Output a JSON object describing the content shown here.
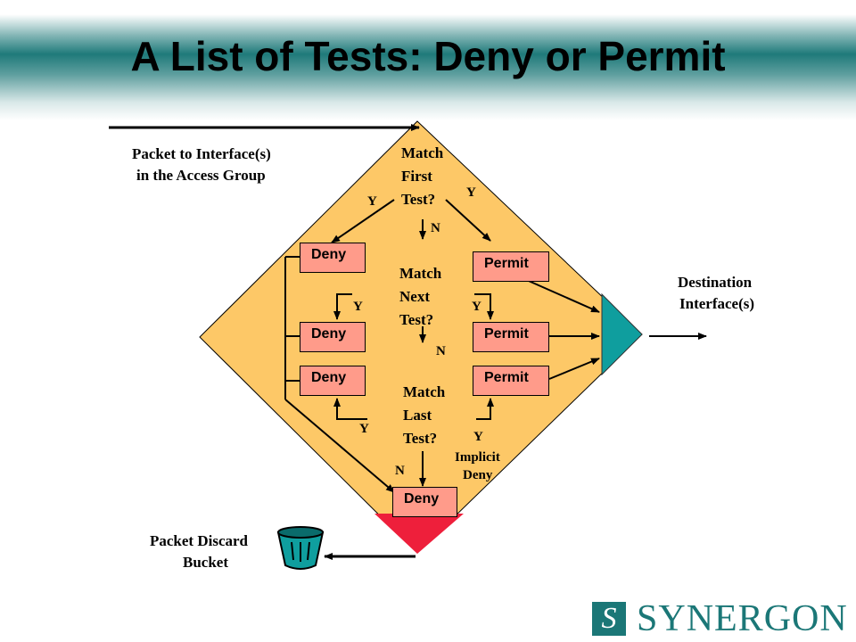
{
  "title": "A List of Tests: Deny or Permit",
  "labels": {
    "packet_in_1": "Packet to Interface(s)",
    "packet_in_2": "in the Access Group",
    "match_first_1": "Match",
    "match_first_2": "First",
    "match_first_3": "Test?",
    "match_next_1": "Match",
    "match_next_2": "Next",
    "match_next_3": "Test?",
    "match_last_1": "Match",
    "match_last_2": "Last",
    "match_last_3": "Test?",
    "dest_1": "Destination",
    "dest_2": "Interface(s)",
    "discard_1": "Packet Discard",
    "discard_2": "Bucket",
    "implicit_1": "Implicit",
    "implicit_2": "Deny",
    "yes": "Y",
    "no": "N"
  },
  "boxes": {
    "deny": "Deny",
    "permit": "Permit"
  },
  "logo": {
    "mark": "S",
    "text": "SYNERGON"
  },
  "colors": {
    "diamond": "#fdc867",
    "discard": "#ee1f3b",
    "box": "#ff9b8a",
    "interface": "#0f9e9e",
    "brand": "#1b7777"
  }
}
